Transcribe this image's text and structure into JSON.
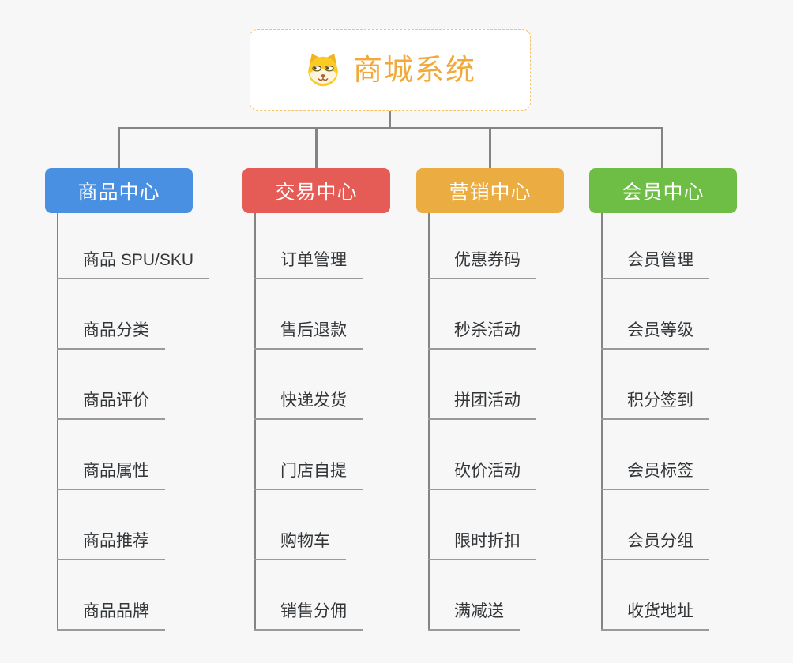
{
  "background": "#F7F7F7",
  "connector_color": "#848484",
  "underline_color": "#9A9A9A",
  "root": {
    "label": "商城系统",
    "icon": "dog-face-icon",
    "text_color": "#F2A93B",
    "border_color": "#F6C169"
  },
  "branches": [
    {
      "label": "商品中心",
      "color": "#4A90E2",
      "items": [
        "商品 SPU/SKU",
        "商品分类",
        "商品评价",
        "商品属性",
        "商品推荐",
        "商品品牌"
      ]
    },
    {
      "label": "交易中心",
      "color": "#E55B56",
      "items": [
        "订单管理",
        "售后退款",
        "快递发货",
        "门店自提",
        "购物车",
        "销售分佣"
      ]
    },
    {
      "label": "营销中心",
      "color": "#EBAD41",
      "items": [
        "优惠券码",
        "秒杀活动",
        "拼团活动",
        "砍价活动",
        "限时折扣",
        "满减送"
      ]
    },
    {
      "label": "会员中心",
      "color": "#6EBE45",
      "items": [
        "会员管理",
        "会员等级",
        "积分签到",
        "会员标签",
        "会员分组",
        "收货地址"
      ]
    }
  ]
}
